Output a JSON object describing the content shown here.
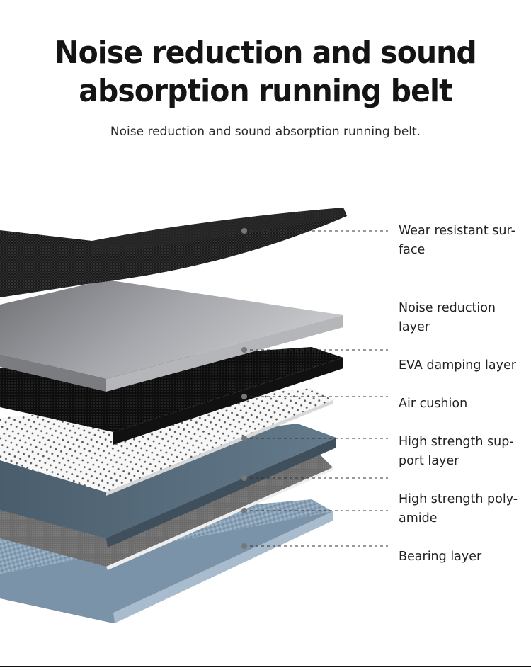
{
  "header": {
    "title_line1": "Noise reduction and sound",
    "title_line2": "absorption running belt",
    "subtitle": "Noise reduction and sound absorption running belt."
  },
  "layers": [
    {
      "id": "wear",
      "label": "Wear resistant sur-\nface",
      "color": "#1b1b1b"
    },
    {
      "id": "noise",
      "label": "Noise reduction\nlayer",
      "color": "#8c8e92"
    },
    {
      "id": "eva",
      "label": "EVA damping layer",
      "color": "#141414"
    },
    {
      "id": "air",
      "label": "Air cushion",
      "color": "#f2f2f2"
    },
    {
      "id": "support",
      "label": "High strength sup-\nport layer",
      "color": "#566a7a"
    },
    {
      "id": "polyamide",
      "label": "High strength poly-\namide",
      "color": "#666666"
    },
    {
      "id": "bearing",
      "label": "Bearing layer",
      "color": "#7f98ae"
    }
  ]
}
